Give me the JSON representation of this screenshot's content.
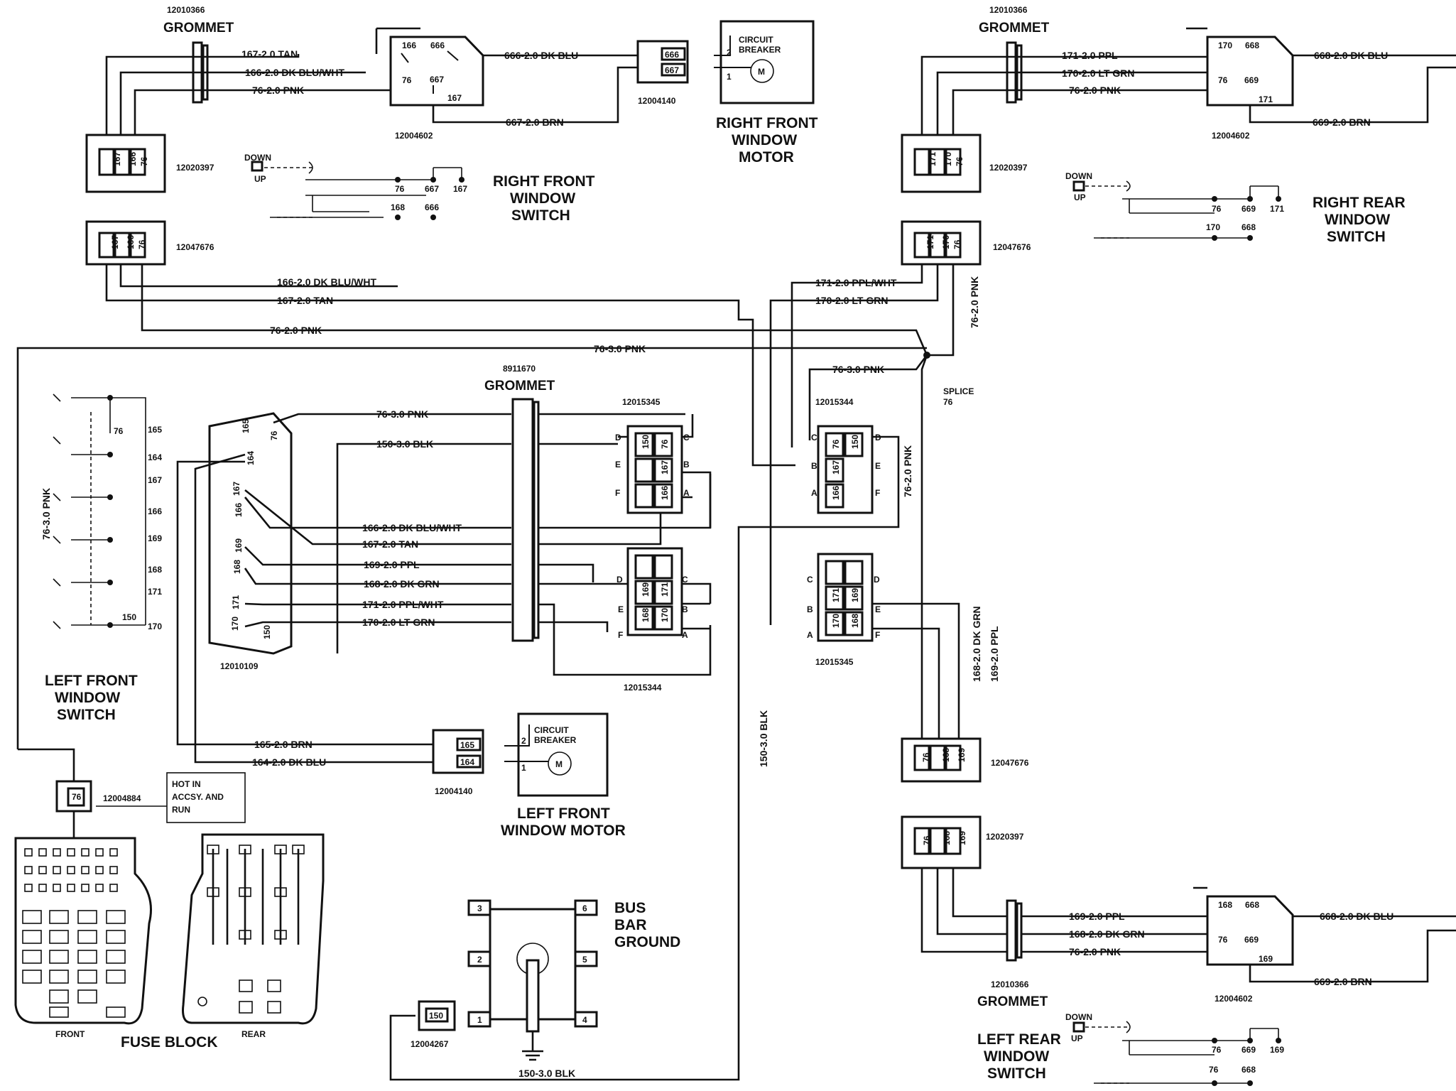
{
  "grommets": {
    "rf": {
      "pn": "12010366",
      "title": "GROMMET"
    },
    "rr": {
      "pn": "12010366",
      "title": "GROMMET"
    },
    "lr": {
      "pn": "12010366",
      "title": "GROMMET"
    },
    "center": {
      "pn": "8911670",
      "title": "GROMMET"
    }
  },
  "wires": {
    "w167_20_tan": "167-2.0 TAN",
    "w166_20_dkbluwht": "166-2.0 DK BLU/WHT",
    "w76_20_pnk": "76-2.0 PNK",
    "w666_20_dkblu": "666-2.0 DK BLU",
    "w667_20_brn": "667-2.0 BRN",
    "w171_20_ppl": "171-2.0 PPL",
    "w170_20_ltgrn": "170-2.0 LT GRN",
    "w668_20_dkblu": "668-2.0 DK BLU",
    "w669_20_brn": "669-2.0 BRN",
    "w171_20_pplwht": "171-2.0 PPL/WHT",
    "w76_30_pnk": "76-3.0 PNK",
    "w150_30_blk": "150-3.0 BLK",
    "w169_20_ppl": "169-2.0 PPL",
    "w168_20_dkgrn": "168-2.0 DK GRN",
    "w165_20_brn": "165-2.0 BRN",
    "w164_20_dkblu": "164-2.0 DK BLU"
  },
  "connectors": {
    "c12020397": "12020397",
    "c12047676": "12047676",
    "c12004140": "12004140",
    "c12004602": "12004602",
    "c12015345": "12015345",
    "c12015344": "12015344",
    "c12010109": "12010109",
    "c12004884": "12004884",
    "c12004267": "12004267"
  },
  "components": {
    "rf_motor": [
      "RIGHT FRONT",
      "WINDOW",
      "MOTOR"
    ],
    "rf_switch": [
      "RIGHT FRONT",
      "WINDOW",
      "SWITCH"
    ],
    "rr_switch": [
      "RIGHT REAR",
      "WINDOW",
      "SWITCH"
    ],
    "lf_switch": [
      "LEFT FRONT",
      "WINDOW",
      "SWITCH"
    ],
    "lf_motor": [
      "LEFT FRONT",
      "WINDOW MOTOR"
    ],
    "lr_switch": [
      "LEFT REAR",
      "WINDOW",
      "SWITCH"
    ],
    "bus_bar": [
      "BUS",
      "BAR",
      "GROUND"
    ],
    "fuse_block": "FUSE BLOCK",
    "fuse_front": "FRONT",
    "fuse_rear": "REAR"
  },
  "notes": {
    "circuit_breaker": [
      "CIRCUIT",
      "BREAKER"
    ],
    "motor": "M",
    "hot": [
      "HOT IN",
      "ACCSY. AND",
      "RUN"
    ],
    "splice": [
      "SPLICE",
      "76"
    ],
    "down": "DOWN",
    "up": "UP"
  },
  "pins": {
    "p76": "76",
    "p150": "150",
    "p164": "164",
    "p165": "165",
    "p166": "166",
    "p167": "167",
    "p168": "168",
    "p169": "169",
    "p170": "170",
    "p171": "171",
    "p666": "666",
    "p667": "667",
    "p668": "668",
    "p669": "669",
    "p1": "1",
    "p2": "2",
    "p3": "3",
    "p4": "4",
    "p5": "5",
    "p6": "6",
    "A": "A",
    "B": "B",
    "C": "C",
    "D": "D",
    "E": "E",
    "F": "F"
  }
}
